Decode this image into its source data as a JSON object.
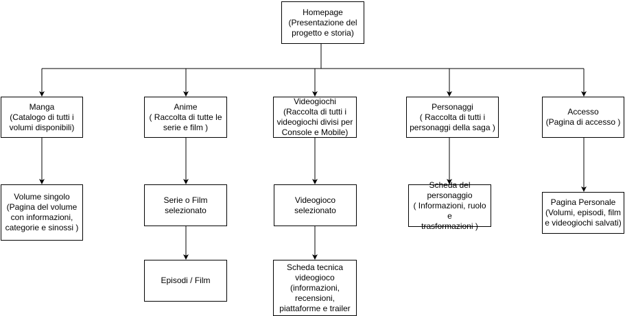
{
  "nodes": {
    "homepage": "Homepage\n(Presentazione del\nprogetto e storia)",
    "manga": "Manga\n(Catalogo di tutti i\nvolumi disponibili)",
    "anime": "Anime\n( Raccolta di tutte le\nserie e film )",
    "videogiochi": "Videogiochi\n(Raccolta di tutti i\nvideogiochi divisi per\nConsole e Mobile)",
    "personaggi": "Personaggi\n( Raccolta di tutti i\npersonaggi della saga )",
    "accesso": "Accesso\n(Pagina di accesso )",
    "volume_singolo": "Volume singolo\n(Pagina del volume\ncon informazioni,\ncategorie e sinossi )",
    "serie_film": "Serie o Film\nselezionato",
    "videogioco_selezionato": "Videogioco\nselezionato",
    "scheda_personaggio": "Scheda del\npersonaggio\n( Informazioni, ruolo e\ntrasformazioni )",
    "pagina_personale": "Pagina Personale\n(Volumi, episodi,  film\ne videogiochi salvati)",
    "episodi_film": "Episodi / Film",
    "scheda_tecnica": "Scheda tecnica\nvideogioco\n(informazioni,\nrecensioni,\npiattaforme e trailer"
  },
  "colors": {
    "stroke": "#000000",
    "fill": "#ffffff",
    "text": "#000000"
  }
}
